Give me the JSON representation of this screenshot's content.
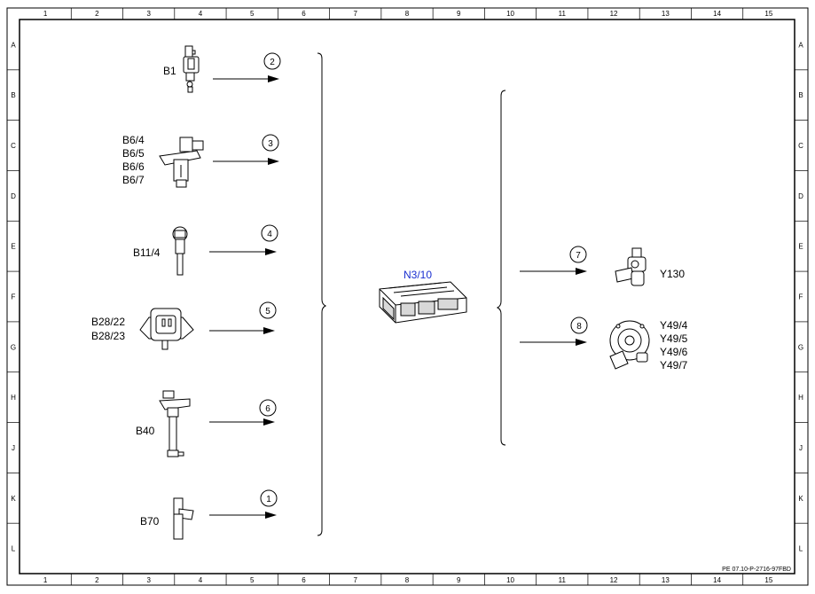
{
  "grid": {
    "columns": [
      "1",
      "2",
      "3",
      "4",
      "5",
      "6",
      "7",
      "8",
      "9",
      "10",
      "11",
      "12",
      "13",
      "14",
      "15"
    ],
    "rows": [
      "A",
      "B",
      "C",
      "D",
      "E",
      "F",
      "G",
      "H",
      "J",
      "K",
      "L"
    ]
  },
  "inputs": [
    {
      "id": "b1",
      "labels": [
        "B1"
      ],
      "number": "2"
    },
    {
      "id": "b6",
      "labels": [
        "B6/4",
        "B6/5",
        "B6/6",
        "B6/7"
      ],
      "number": "3"
    },
    {
      "id": "b11",
      "labels": [
        "B11/4"
      ],
      "number": "4"
    },
    {
      "id": "b28",
      "labels": [
        "B28/22",
        "B28/23"
      ],
      "number": "5"
    },
    {
      "id": "b40",
      "labels": [
        "B40"
      ],
      "number": "6"
    },
    {
      "id": "b70",
      "labels": [
        "B70"
      ],
      "number": "1"
    }
  ],
  "control_unit": {
    "label": "N3/10",
    "color": "#1a2fd0"
  },
  "outputs": [
    {
      "id": "y130",
      "labels": [
        "Y130"
      ],
      "number": "7"
    },
    {
      "id": "y49",
      "labels": [
        "Y49/4",
        "Y49/5",
        "Y49/6",
        "Y49/7"
      ],
      "number": "8"
    }
  ],
  "document_ref": "PE 07.10-P-2716-97FBD"
}
